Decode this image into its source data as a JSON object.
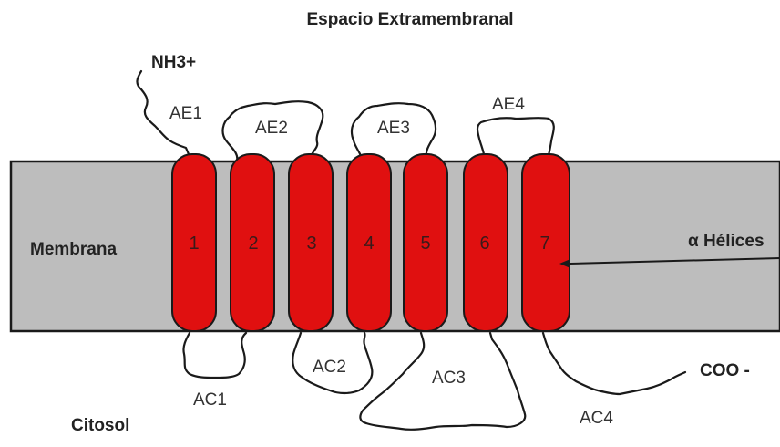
{
  "title": "Espacio Extramembranal",
  "labels": {
    "n_terminus": "NH3+",
    "c_terminus": "COO -",
    "membrane": "Membrana",
    "cytosol": "Citosol",
    "helices": "α Hélices"
  },
  "helices": [
    "1",
    "2",
    "3",
    "4",
    "5",
    "6",
    "7"
  ],
  "extracellular_loops": [
    "AE1",
    "AE2",
    "AE3",
    "AE4"
  ],
  "cytosolic_loops": [
    "AC1",
    "AC2",
    "AC3",
    "AC4"
  ],
  "colors": {
    "membrane": "#bdbdbd",
    "helix": "#e01010",
    "outline": "#1a1a1a"
  }
}
